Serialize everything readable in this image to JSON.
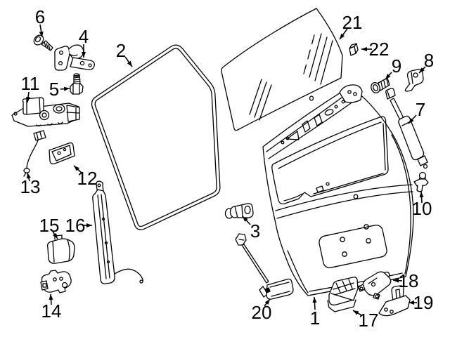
{
  "diagram": {
    "background_color": "#ffffff",
    "line_color": "#000000",
    "callouts": [
      {
        "number": "1",
        "part": "liftgate-panel"
      },
      {
        "number": "2",
        "part": "weatherstrip-seal"
      },
      {
        "number": "3",
        "part": "lock-cylinder"
      },
      {
        "number": "4",
        "part": "liftgate-hinge"
      },
      {
        "number": "5",
        "part": "hinge-bolt"
      },
      {
        "number": "6",
        "part": "hinge-screw"
      },
      {
        "number": "7",
        "part": "gas-lift-support"
      },
      {
        "number": "8",
        "part": "lift-support-bracket"
      },
      {
        "number": "9",
        "part": "ball-stud-upper"
      },
      {
        "number": "10",
        "part": "ball-stud-lower"
      },
      {
        "number": "11",
        "part": "latch-release-actuator"
      },
      {
        "number": "12",
        "part": "mount-bracket"
      },
      {
        "number": "13",
        "part": "wiring-grommet"
      },
      {
        "number": "14",
        "part": "latch-assembly"
      },
      {
        "number": "15",
        "part": "latch-cover"
      },
      {
        "number": "16",
        "part": "side-trim-channel"
      },
      {
        "number": "17",
        "part": "license-lamp-housing"
      },
      {
        "number": "18",
        "part": "lock-actuator"
      },
      {
        "number": "19",
        "part": "striker-bracket"
      },
      {
        "number": "20",
        "part": "lock-rod"
      },
      {
        "number": "21",
        "part": "liftgate-glass"
      },
      {
        "number": "22",
        "part": "glass-spacer"
      }
    ]
  }
}
